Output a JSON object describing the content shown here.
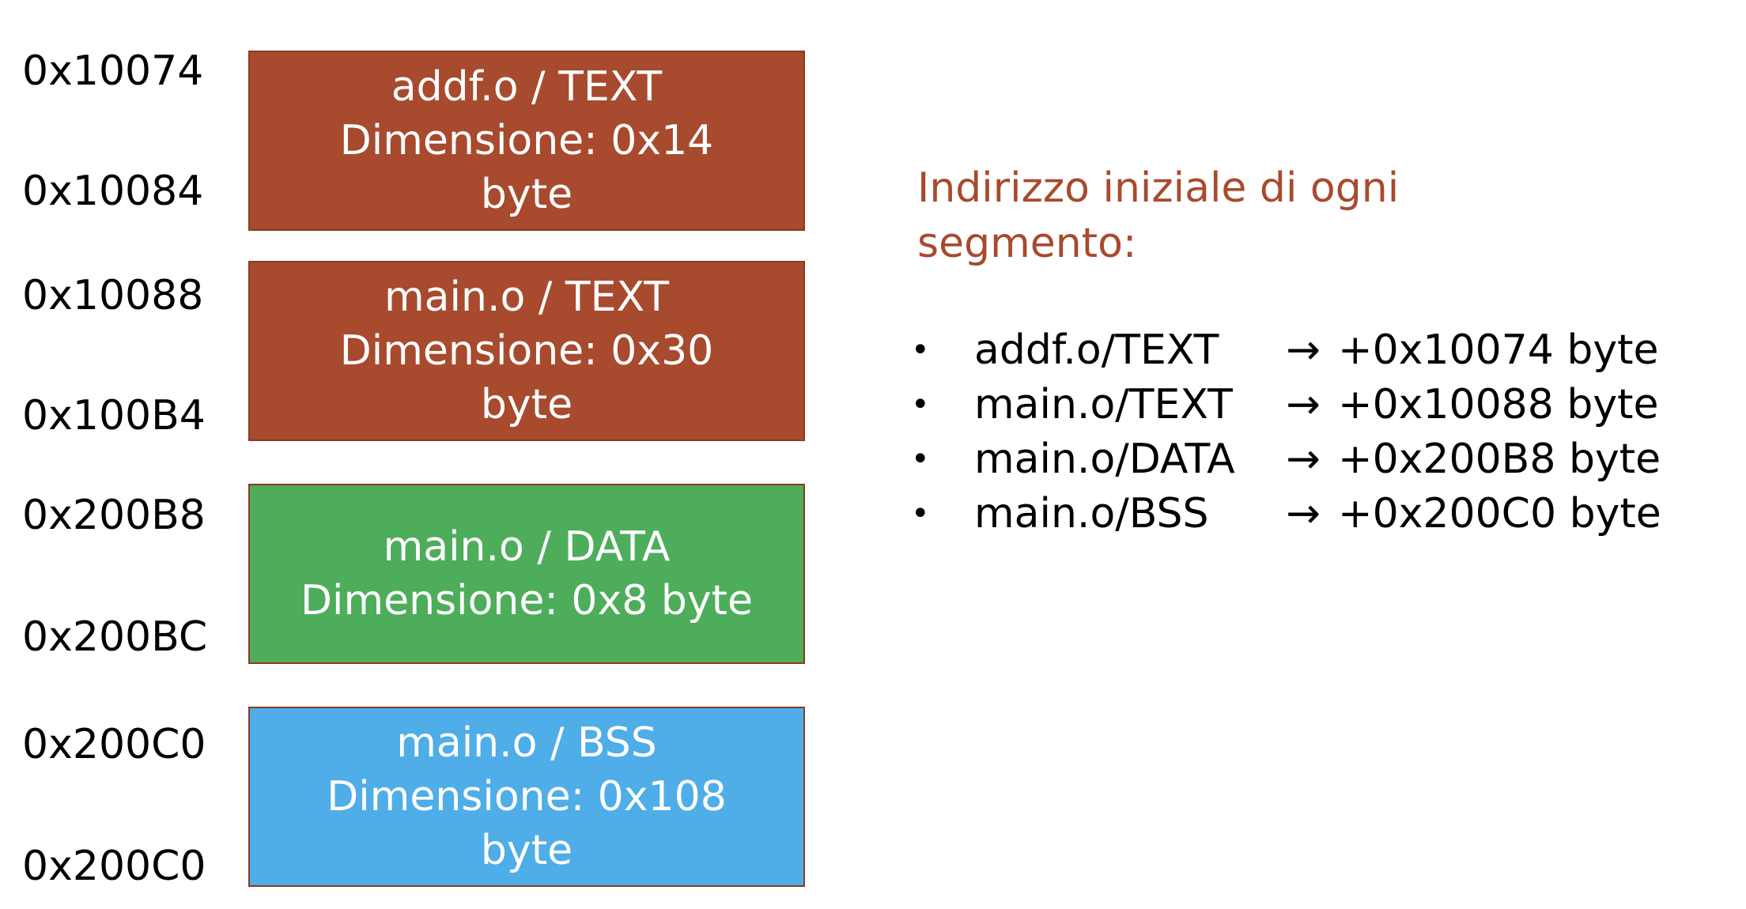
{
  "colors": {
    "text_segment": "#a84a2e",
    "data_segment": "#4dad5b",
    "bss_segment": "#4fade8",
    "border": "#8a3a22",
    "legend_title": "#a84a2e"
  },
  "addresses": [
    {
      "label": "0x10074"
    },
    {
      "label": "0x10084"
    },
    {
      "label": "0x10088"
    },
    {
      "label": "0x100B4"
    },
    {
      "label": "0x200B8"
    },
    {
      "label": "0x200BC"
    },
    {
      "label": "0x200C0"
    },
    {
      "label": "0x200C0"
    }
  ],
  "segments": [
    {
      "title": "addf.o / TEXT",
      "size_line": "Dimensione: 0x14",
      "unit_line": "byte",
      "color": "#a84a2e"
    },
    {
      "title": "main.o / TEXT",
      "size_line": "Dimensione: 0x30",
      "unit_line": "byte",
      "color": "#a84a2e"
    },
    {
      "title": "main.o / DATA",
      "size_line": "Dimensione: 0x8 byte",
      "unit_line": "",
      "color": "#4dad5b"
    },
    {
      "title": "main.o / BSS",
      "size_line": "Dimensione: 0x108",
      "unit_line": "byte",
      "color": "#4fade8"
    }
  ],
  "legend": {
    "title": "Indirizzo iniziale di ogni segmento:",
    "bullet": "•",
    "arrow": "→",
    "items": [
      {
        "name": "addf.o/TEXT",
        "offset": "+0x10074 byte"
      },
      {
        "name": "main.o/TEXT",
        "offset": "+0x10088 byte"
      },
      {
        "name": "main.o/DATA",
        "offset": "+0x200B8 byte"
      },
      {
        "name": "main.o/BSS",
        "offset": "+0x200C0 byte"
      }
    ]
  }
}
